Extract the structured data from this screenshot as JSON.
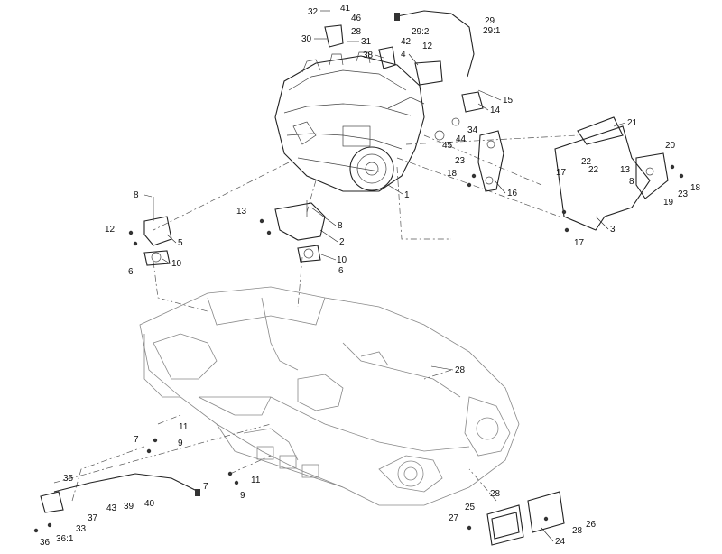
{
  "callouts": [
    {
      "id": "c32",
      "label": "32"
    },
    {
      "id": "c41",
      "label": "41"
    },
    {
      "id": "c46",
      "label": "46"
    },
    {
      "id": "c30",
      "label": "30"
    },
    {
      "id": "c28a",
      "label": "28"
    },
    {
      "id": "c31",
      "label": "31"
    },
    {
      "id": "c29",
      "label": "29"
    },
    {
      "id": "c29-2",
      "label": "29:2"
    },
    {
      "id": "c29-1",
      "label": "29:1"
    },
    {
      "id": "c42",
      "label": "42"
    },
    {
      "id": "c38",
      "label": "38"
    },
    {
      "id": "c12a",
      "label": "12"
    },
    {
      "id": "c4",
      "label": "4"
    },
    {
      "id": "c15",
      "label": "15"
    },
    {
      "id": "c14",
      "label": "14"
    },
    {
      "id": "c34",
      "label": "34"
    },
    {
      "id": "c44",
      "label": "44"
    },
    {
      "id": "c45",
      "label": "45"
    },
    {
      "id": "c21",
      "label": "21"
    },
    {
      "id": "c20",
      "label": "20"
    },
    {
      "id": "c22a",
      "label": "22"
    },
    {
      "id": "c22b",
      "label": "22"
    },
    {
      "id": "c17a",
      "label": "17"
    },
    {
      "id": "c13a",
      "label": "13"
    },
    {
      "id": "c18a",
      "label": "18"
    },
    {
      "id": "c23a",
      "label": "23"
    },
    {
      "id": "c8a",
      "label": "8"
    },
    {
      "id": "c19",
      "label": "19"
    },
    {
      "id": "c3",
      "label": "3"
    },
    {
      "id": "c17b",
      "label": "17"
    },
    {
      "id": "c23b",
      "label": "23"
    },
    {
      "id": "c18b",
      "label": "18"
    },
    {
      "id": "c16",
      "label": "16"
    },
    {
      "id": "c1",
      "label": "1"
    },
    {
      "id": "c8b",
      "label": "8"
    },
    {
      "id": "c13b",
      "label": "13"
    },
    {
      "id": "c8c",
      "label": "8"
    },
    {
      "id": "c2",
      "label": "2"
    },
    {
      "id": "c12b",
      "label": "12"
    },
    {
      "id": "c5",
      "label": "5"
    },
    {
      "id": "c10a",
      "label": "10"
    },
    {
      "id": "c6a",
      "label": "6"
    },
    {
      "id": "c10b",
      "label": "10"
    },
    {
      "id": "c6b",
      "label": "6"
    },
    {
      "id": "c28b",
      "label": "28"
    },
    {
      "id": "c11a",
      "label": "11"
    },
    {
      "id": "c7a",
      "label": "7"
    },
    {
      "id": "c9a",
      "label": "9"
    },
    {
      "id": "c11b",
      "label": "11"
    },
    {
      "id": "c7b",
      "label": "7"
    },
    {
      "id": "c9b",
      "label": "9"
    },
    {
      "id": "c35",
      "label": "35"
    },
    {
      "id": "c43",
      "label": "43"
    },
    {
      "id": "c39",
      "label": "39"
    },
    {
      "id": "c40",
      "label": "40"
    },
    {
      "id": "c37",
      "label": "37"
    },
    {
      "id": "c33",
      "label": "33"
    },
    {
      "id": "c36",
      "label": "36"
    },
    {
      "id": "c36-1",
      "label": "36:1"
    },
    {
      "id": "c28c",
      "label": "28"
    },
    {
      "id": "c25",
      "label": "25"
    },
    {
      "id": "c27",
      "label": "27"
    },
    {
      "id": "c28d",
      "label": "28"
    },
    {
      "id": "c26",
      "label": "26"
    },
    {
      "id": "c24",
      "label": "24"
    }
  ]
}
